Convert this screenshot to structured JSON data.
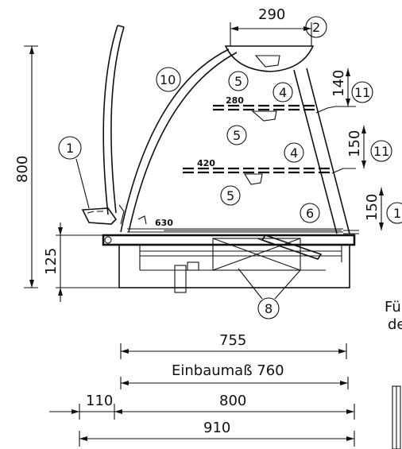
{
  "dimensions": {
    "top_width": "290",
    "height_total": "800",
    "base_height": "125",
    "shelf_gap_1": "140",
    "shelf_gap_2": "150",
    "shelf_gap_3": "150",
    "shelf_depth_1": "280",
    "shelf_depth_2": "420",
    "base_depth": "630",
    "overall_755": "755",
    "install_label": "Einbaumaß 760",
    "overall_800": "800",
    "overhang": "110",
    "overall_910": "910"
  },
  "callouts": {
    "c1": "1",
    "c2": "2",
    "c4a": "4",
    "c4b": "4",
    "c5a": "5",
    "c5b": "5",
    "c5c": "5",
    "c6": "6",
    "c8": "8",
    "c10": "10",
    "c11a": "11",
    "c11b": "11",
    "c11c": "1"
  },
  "side_text": {
    "line1": "Für",
    "line2": "der"
  }
}
